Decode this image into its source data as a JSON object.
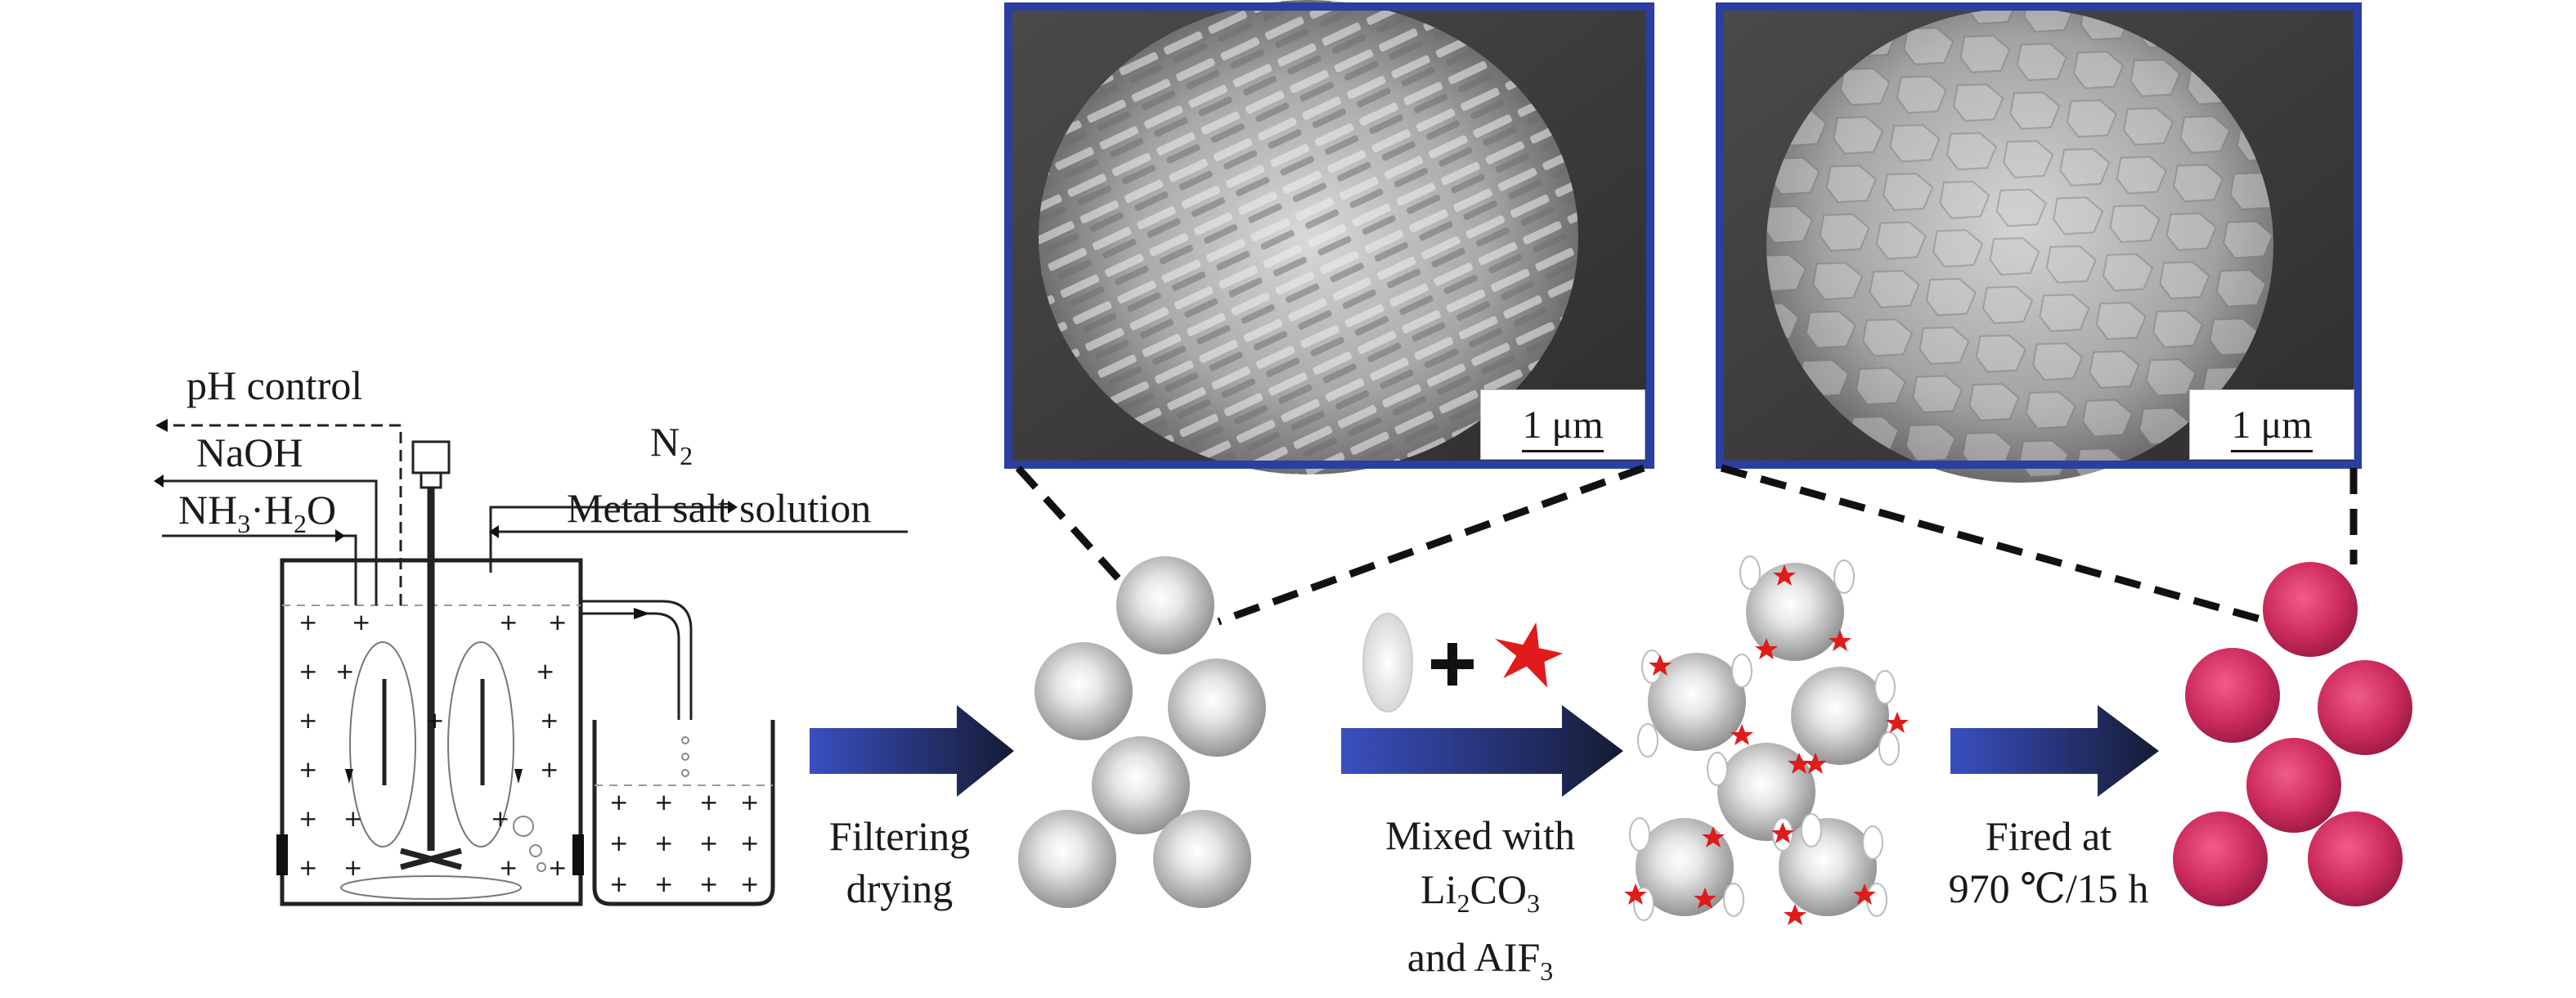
{
  "reactor": {
    "ph_control": "pH control",
    "naoh": "NaOH",
    "nh3_pre": "NH",
    "nh3_sub": "3",
    "nh3_mid": "·H",
    "nh3_sub2": "2",
    "nh3_post": "O",
    "n2_pre": "N",
    "n2_sub": "2",
    "metal_salt": "Metal salt solution"
  },
  "steps": {
    "filter_line1": "Filtering",
    "filter_line2": "drying",
    "mix_line1": "Mixed with",
    "mix_li_pre": "Li",
    "mix_li_sub": "2",
    "mix_li_mid": "CO",
    "mix_li_sub2": "3",
    "mix_alf_pre": "and AIF",
    "mix_alf_sub": "3",
    "fire_line1": "Fired at",
    "fire_line2": "970 ℃/15 h"
  },
  "sem": {
    "left_scale": "1 μm",
    "right_scale": "1 μm"
  },
  "colors": {
    "frame_blue": "#2a3fa0",
    "arrow_start": "#3a4fc0",
    "arrow_end": "#151b33",
    "sphere_gray": "#a9a9a9",
    "sphere_red": "#c8285a",
    "star_red": "#e01b1b"
  }
}
